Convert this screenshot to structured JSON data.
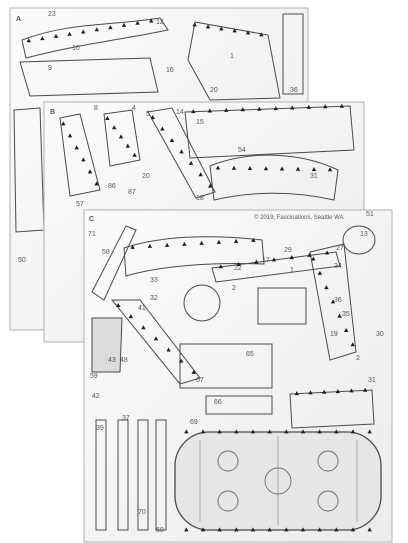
{
  "sheets": [
    {
      "label": "A"
    },
    {
      "label": "B"
    },
    {
      "label": "C"
    }
  ],
  "copyright": "© 2019, Fascinations, Seattle WA",
  "sheet_a_numbers": [
    "23",
    "12",
    "10",
    "9",
    "1",
    "50",
    "16",
    "20",
    "36"
  ],
  "sheet_b_numbers": [
    "8",
    "4",
    "5",
    "14",
    "15",
    "20",
    "31",
    "54",
    "86",
    "87",
    "57",
    "18"
  ],
  "sheet_c_numbers": [
    "71",
    "33",
    "32",
    "41",
    "2",
    "42",
    "43",
    "48",
    "65",
    "67",
    "69",
    "70",
    "37",
    "39",
    "1",
    "27",
    "34",
    "36",
    "35",
    "17",
    "29",
    "19",
    "30",
    "31",
    "22",
    "2",
    "51",
    "13",
    "58",
    "66",
    "59",
    "60"
  ],
  "colors": {
    "sheet_fill": "#f4f4f4",
    "sheet_edge": "#bdbdbd",
    "part_stroke": "#4a4a4a",
    "tab_fill": "#1e1e1e",
    "rink_fill": "#e6e6e6"
  }
}
